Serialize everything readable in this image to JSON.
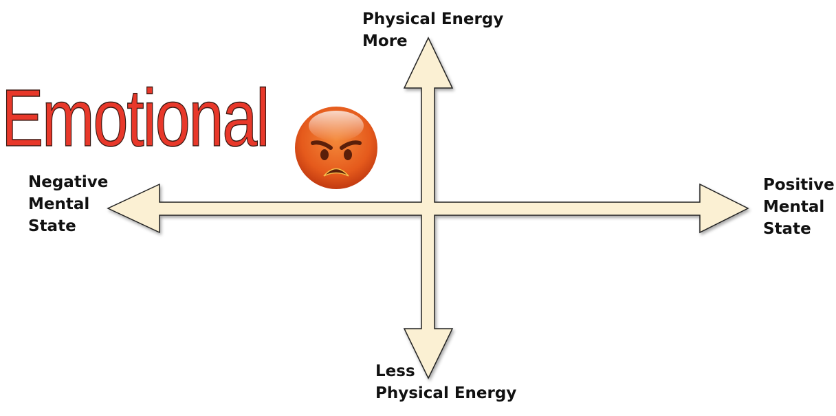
{
  "title": {
    "text": "Emotional",
    "color": "#e8382a"
  },
  "emoji": {
    "icon": "angry-face-icon"
  },
  "axes": {
    "fill_color": "#fbf0d3",
    "stroke_color": "#222222",
    "top": {
      "line1": "Physical Energy",
      "line2": "More"
    },
    "bottom": {
      "line1": "Less",
      "line2": "Physical Energy"
    },
    "left": {
      "line1": "Negative",
      "line2": "Mental",
      "line3": "State"
    },
    "right": {
      "line1": "Positive",
      "line2": "Mental",
      "line3": "State"
    }
  }
}
